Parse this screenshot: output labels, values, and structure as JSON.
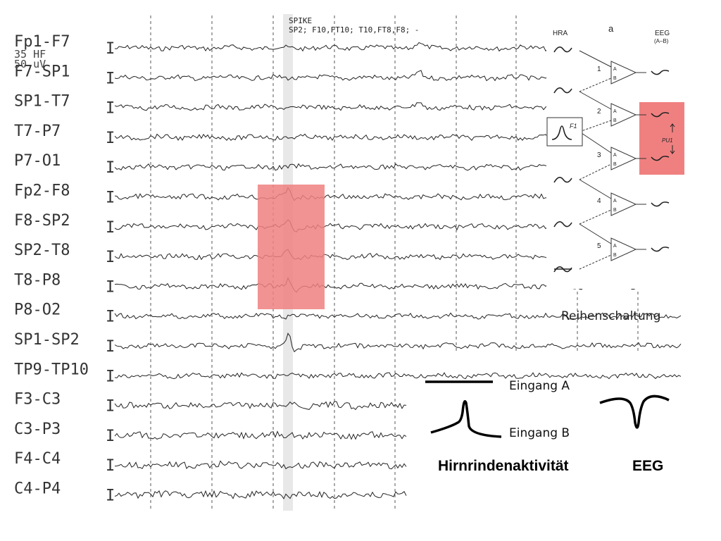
{
  "eeg": {
    "channels": [
      "Fp1-F7",
      "F7-SP1",
      "SP1-T7",
      "T7-P7",
      "P7-O1",
      "Fp2-F8",
      "F8-SP2",
      "SP2-T8",
      "T8-P8",
      "P8-O2",
      "SP1-SP2",
      "TP9-TP10",
      "F3-C3",
      "C3-P3",
      "F4-C4",
      "C4-P4"
    ],
    "calibration": {
      "line1": "35 HF",
      "line2": "50 uV"
    },
    "annotation": {
      "line1": "SPIKE",
      "line2": "SP2; F10,FT10; T10,FT8,F8; -"
    },
    "highlight_color": "#f08080"
  },
  "diagram": {
    "title_hra": "HRA",
    "title_a": "a",
    "title_eeg": "EEG",
    "title_eeg_sub": "(A–B)",
    "amp_numbers": [
      "1",
      "2",
      "3",
      "4",
      "5"
    ],
    "input_A": "A",
    "input_B": "B",
    "box_label": "F1",
    "pu_label": "PU1",
    "highlight_color": "#f08080"
  },
  "caption": "Reihenschaltung",
  "legend": {
    "eingang_a": "Eingang A",
    "eingang_b": "Eingang B",
    "hirnrinde": "Hirnrindenaktivität",
    "eeg": "EEG"
  }
}
